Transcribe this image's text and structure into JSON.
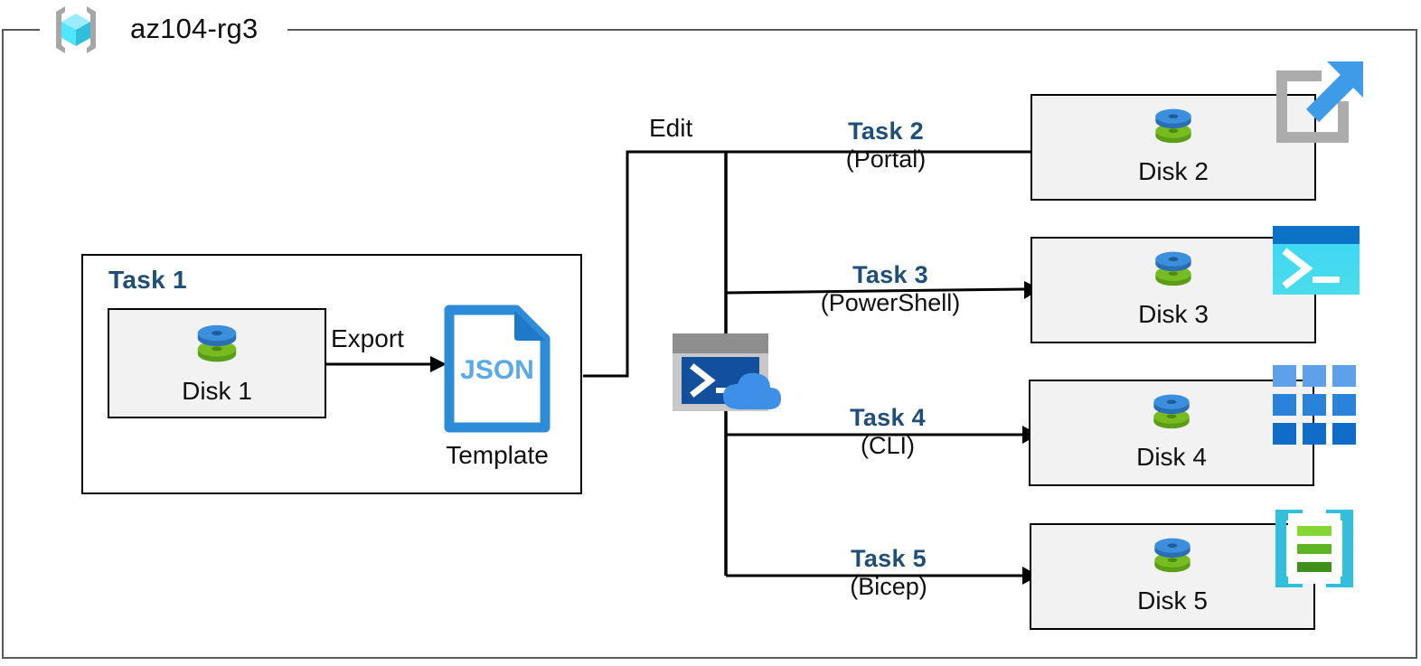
{
  "diagram": {
    "resource_group": {
      "name": "az104-rg3",
      "icon": "resource-group-cube-icon"
    },
    "task1": {
      "label": "Task 1",
      "disk": {
        "caption": "Disk 1",
        "icon": "managed-disk-icon"
      },
      "export": {
        "label": "Export",
        "arrow": "arrow-right-icon"
      },
      "template": {
        "file_type": "JSON",
        "caption": "Template",
        "icon": "json-file-icon"
      }
    },
    "edit": {
      "label": "Edit"
    },
    "cloud_shell": {
      "icon": "cloud-shell-icon"
    },
    "tasks": [
      {
        "label": "Task 2",
        "method": "(Portal)",
        "disk": {
          "caption": "Disk 2",
          "icon": "managed-disk-icon"
        },
        "service_icon": "azure-portal-icon"
      },
      {
        "label": "Task 3",
        "method": "(PowerShell)",
        "disk": {
          "caption": "Disk 3",
          "icon": "managed-disk-icon"
        },
        "service_icon": "powershell-icon"
      },
      {
        "label": "Task 4",
        "method": "(CLI)",
        "disk": {
          "caption": "Disk 4",
          "icon": "azure-cli-icon"
        },
        "service_icon": "azure-cli-icon"
      },
      {
        "label": "Task 5",
        "method": "(Bicep)",
        "disk": {
          "caption": "Disk 5",
          "icon": "managed-disk-icon"
        },
        "service_icon": "bicep-icon"
      }
    ],
    "colors": {
      "task_label_blue": "#1F4E79",
      "box_fill": "#F2F2F2",
      "box_stroke": "#000000",
      "frame_stroke": "#595959",
      "disk_blue": "#3C8FDC",
      "disk_green": "#76BC21",
      "json_blue": "#2E8BD8",
      "cube_cyan": "#50E6FF",
      "cli_blue": "#0078D4",
      "bicep_cyan": "#32BEDD"
    }
  }
}
